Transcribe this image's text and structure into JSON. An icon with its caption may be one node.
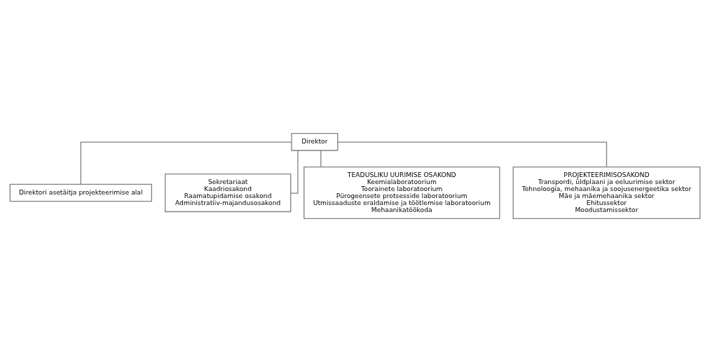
{
  "diagram": {
    "nodes": [
      {
        "text": [
          "Direktor"
        ]
      },
      {
        "text": [
          "Direktori asetäitja projekteerimise alal"
        ]
      },
      {
        "text": [
          "Sekretariaat",
          "Kaadriosakond",
          "Raamatupidamise osakond",
          "Administratiiv-majandusosakond"
        ]
      },
      {
        "text": [
          "TEADUSLIKU UURIMISE OSAKOND",
          "Keemialaboratoorium",
          "Toorainete laboratoorium",
          "Pürogeensete protsesside laboratoorium",
          "Utmissaaduste eraldamise ja töötlemise laboratoorium",
          "Mehaanikatöökoda"
        ]
      },
      {
        "text": [
          "PROJEKTEERIMISOSAKOND",
          "Transpordi, üldplaani ja eeluurimise sektor",
          "Tehnoloogia, mehaanika ja soojusenergeetika sektor",
          "Mäe ja mäemehaanika sektor",
          "Ehitussektor",
          "Moodustamissektor"
        ]
      }
    ],
    "edges": [
      {
        "from": 0,
        "to": 1,
        "arrow": "none"
      },
      {
        "from": 0,
        "to": 2,
        "arrow": "none"
      },
      {
        "from": 0,
        "to": 3,
        "arrow": "none"
      },
      {
        "from": 0,
        "to": 4,
        "arrow": "none"
      }
    ]
  }
}
